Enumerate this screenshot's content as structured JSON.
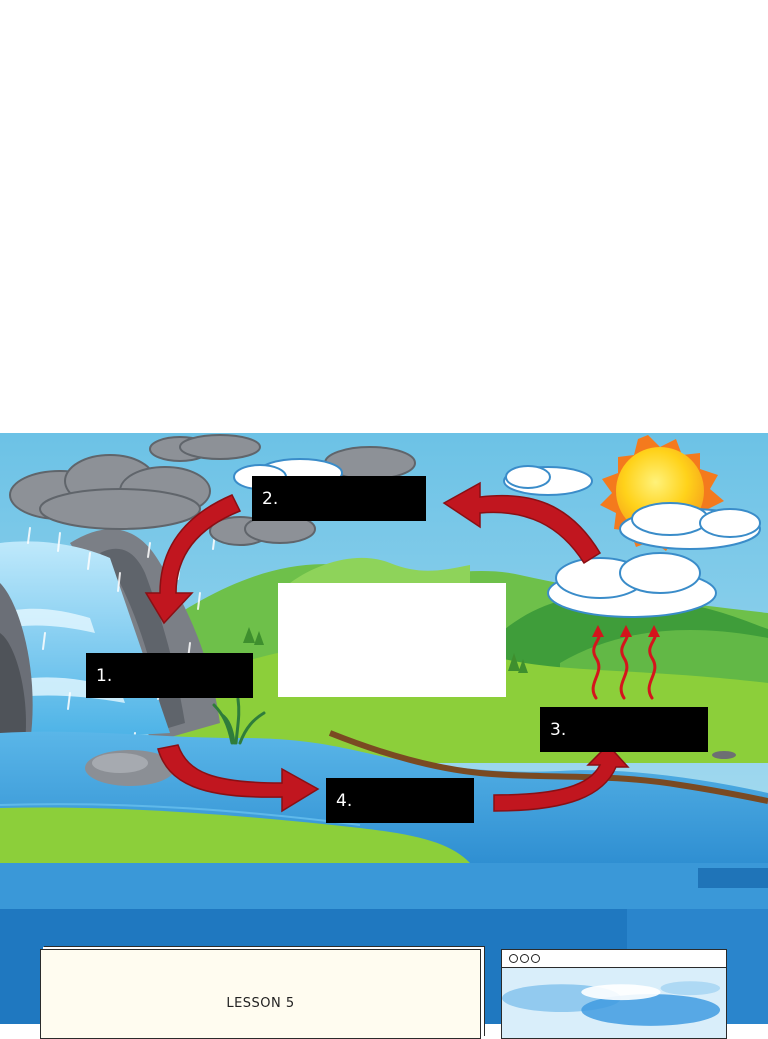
{
  "diagram": {
    "labels": {
      "label_1": "1.",
      "label_2": "2.",
      "label_3": "3.",
      "label_4": "4."
    },
    "colors": {
      "sky": "#72c6e8",
      "arrow": "#c1161f",
      "label_box": "#000000",
      "water": "#3fa2de",
      "grass": "#8ccf3a"
    }
  },
  "slide_preview": {
    "lesson_label": "LESSON 5",
    "colors": {
      "band_light": "#3a98d8",
      "band_dark": "#1f78c0",
      "card_bg": "#fffcf0"
    }
  }
}
